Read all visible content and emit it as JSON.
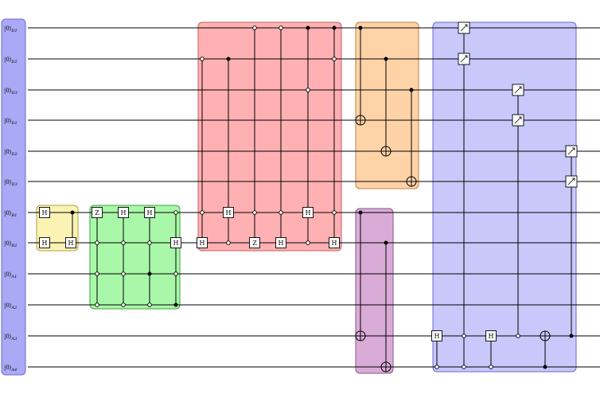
{
  "diagram": {
    "qubits": [
      {
        "ket": "|0⟩",
        "sub": "D1"
      },
      {
        "ket": "|0⟩",
        "sub": "D2"
      },
      {
        "ket": "|0⟩",
        "sub": "D3"
      },
      {
        "ket": "|0⟩",
        "sub": "D1"
      },
      {
        "ket": "|0⟩",
        "sub": "D2"
      },
      {
        "ket": "|0⟩",
        "sub": "D3"
      },
      {
        "ket": "|0⟩",
        "sub": "B1"
      },
      {
        "ket": "|0⟩",
        "sub": "B2"
      },
      {
        "ket": "|0⟩",
        "sub": "A1"
      },
      {
        "ket": "|0⟩",
        "sub": "A2"
      },
      {
        "ket": "|0⟩",
        "sub": "A3"
      },
      {
        "ket": "|0⟩",
        "sub": "A4"
      }
    ],
    "colors": {
      "input": "#a9a9f5",
      "yellow": "#fbf3b4",
      "green": "#a9f7a9",
      "red": "#ffb0b2",
      "orange": "#ffd3a8",
      "purple": "#d8acd6",
      "blue": "#c8c8fb"
    },
    "gate_labels": {
      "h": "H",
      "z": "Z"
    }
  }
}
